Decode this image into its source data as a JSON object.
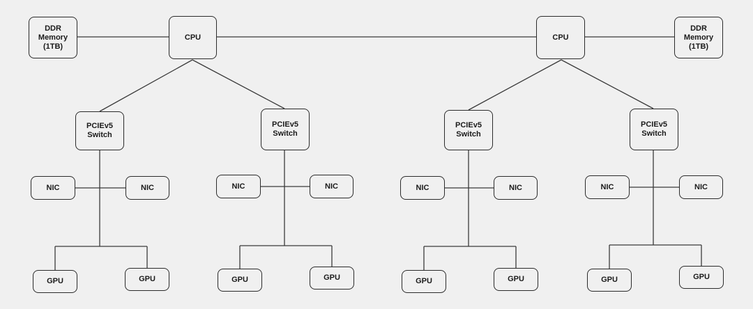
{
  "diagram": {
    "labels": {
      "cpu": "CPU",
      "memory": "DDR\nMemory\n(1TB)",
      "switch": "PCIEv5\nSwitch",
      "nic": "NIC",
      "gpu": "GPU"
    },
    "colors": {
      "background": "#f0f0f0",
      "stroke": "#2b2b2b",
      "text": "#1a1a1a"
    }
  }
}
